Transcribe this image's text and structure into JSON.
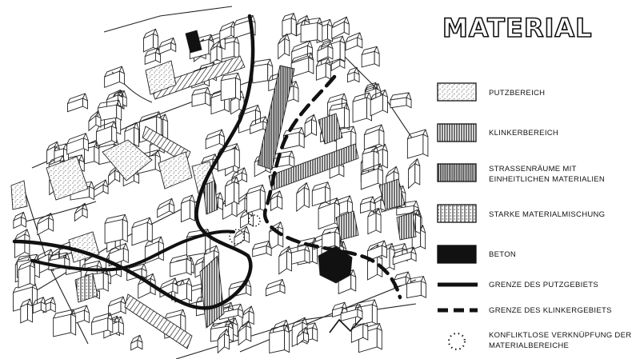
{
  "legend": {
    "title": "MATERIAL",
    "items": [
      {
        "key": "putz",
        "label": "PUTZBEREICH",
        "symbol": "stipple"
      },
      {
        "key": "klinker",
        "label": "KLINKERBEREICH",
        "symbol": "vertical-hatch"
      },
      {
        "key": "strassen",
        "label": "STRASSENRÄUME MIT\nEINHEITLICHEN MATERIALIEN",
        "symbol": "dense-vertical-hatch"
      },
      {
        "key": "mischung",
        "label": "STARKE MATERIALMISCHUNG",
        "symbol": "hatch-with-dots"
      },
      {
        "key": "beton",
        "label": "BETON",
        "symbol": "solid-black"
      },
      {
        "key": "grenze-putz",
        "label": "GRENZE DES PUTZGEBIETS",
        "symbol": "thick-solid-line"
      },
      {
        "key": "grenze-klinker",
        "label": "GRENZE DES KLINKERGEBIETS",
        "symbol": "thick-dashed-line"
      },
      {
        "key": "verknuepfung",
        "label": "KONFLIKTLOSE VERKNÜPFUNG DER\nMATERIALBEREICHE",
        "symbol": "dotted-circle"
      }
    ]
  },
  "colors": {
    "ink": "#111111",
    "paper": "#ffffff"
  }
}
